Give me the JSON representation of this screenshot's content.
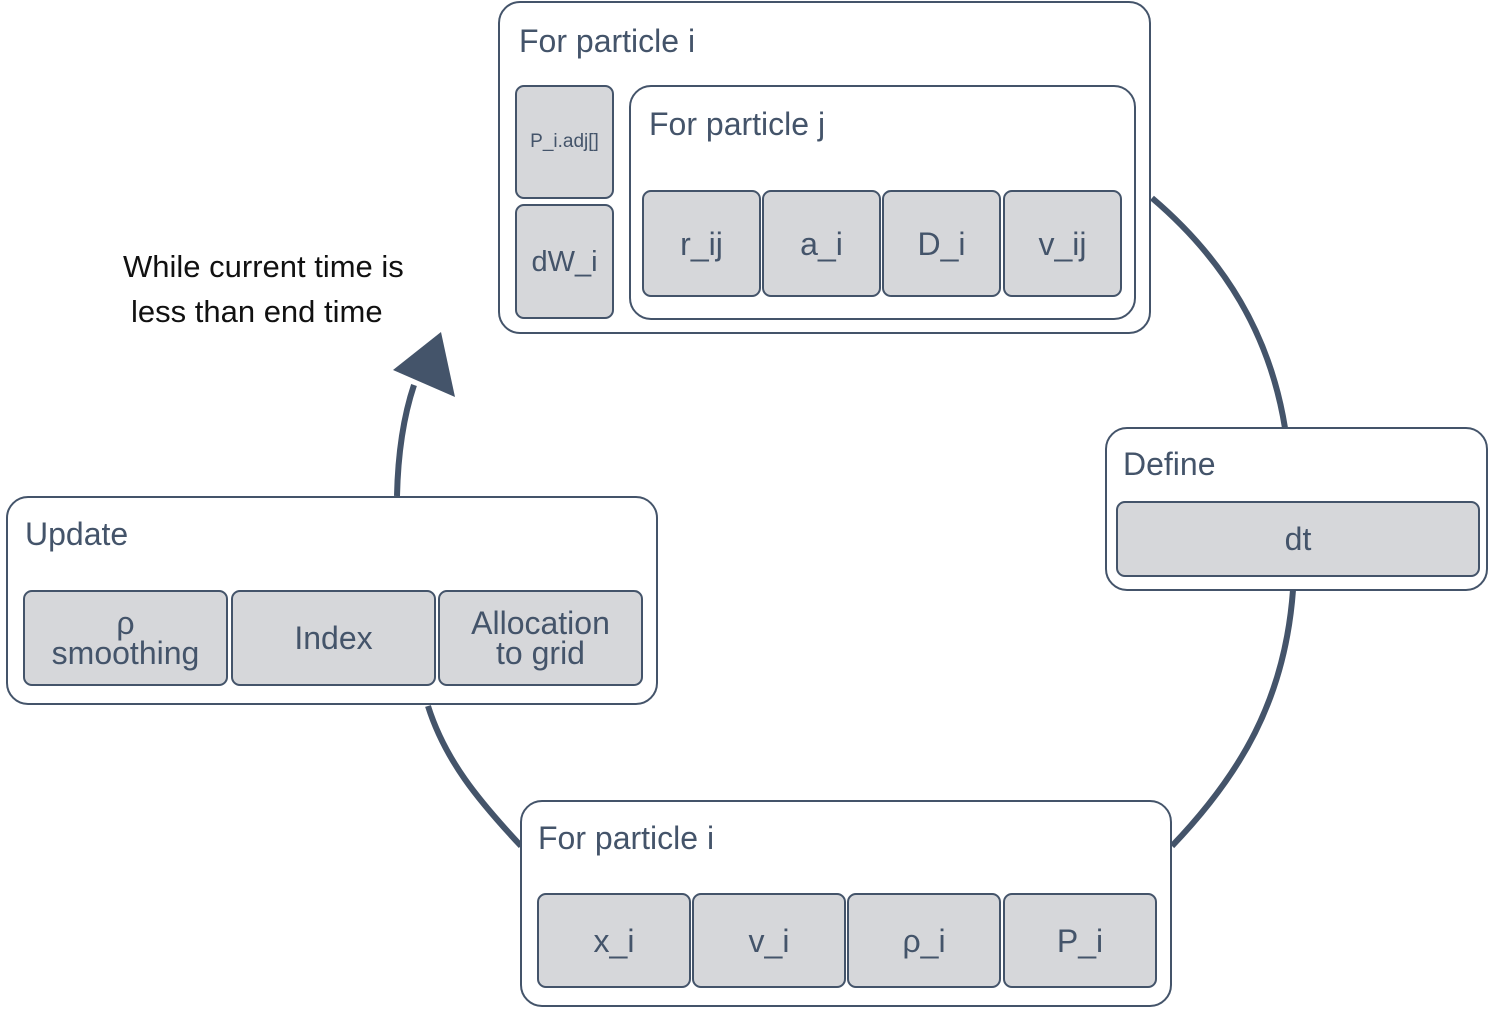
{
  "loop_condition": [
    "While current time is",
    "less than end time"
  ],
  "colors": {
    "stroke": "#44546a",
    "cell_fill": "#d6d7da",
    "background": "#ffffff",
    "label_text": "#111111"
  },
  "top_block": {
    "title": "For particle i",
    "side_cells": [
      "P_i.adj[]",
      "dW_i"
    ],
    "inner": {
      "title": "For particle j",
      "cells": [
        "r_ij",
        "a_i",
        "D_i",
        "v_ij"
      ]
    }
  },
  "define_block": {
    "title": "Define",
    "cells": [
      "dt"
    ]
  },
  "bottom_block": {
    "title": "For particle i",
    "cells": [
      "x_i",
      "v_i",
      "ρ_i",
      "P_i"
    ]
  },
  "update_block": {
    "title": "Update",
    "cells": [
      {
        "line1": "ρ",
        "line2": "smoothing"
      },
      {
        "label": "Index"
      },
      {
        "line1": "Allocation",
        "line2": "to grid"
      }
    ]
  }
}
